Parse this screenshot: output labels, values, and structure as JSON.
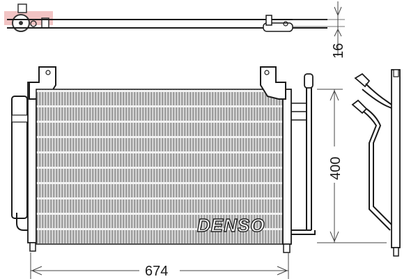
{
  "diagram": {
    "subject": "A/C condenser technical drawing",
    "brand": "DENSO",
    "dimensions": {
      "width": "674",
      "height": "400",
      "thickness": "16"
    },
    "views": [
      "top-view",
      "front-view",
      "side-view"
    ],
    "colors": {
      "line": "#1a1a1a",
      "core_fill": "#bdbdbd",
      "core_stripe": "#8a8a8a",
      "watermark": "#e8a0a0"
    }
  }
}
